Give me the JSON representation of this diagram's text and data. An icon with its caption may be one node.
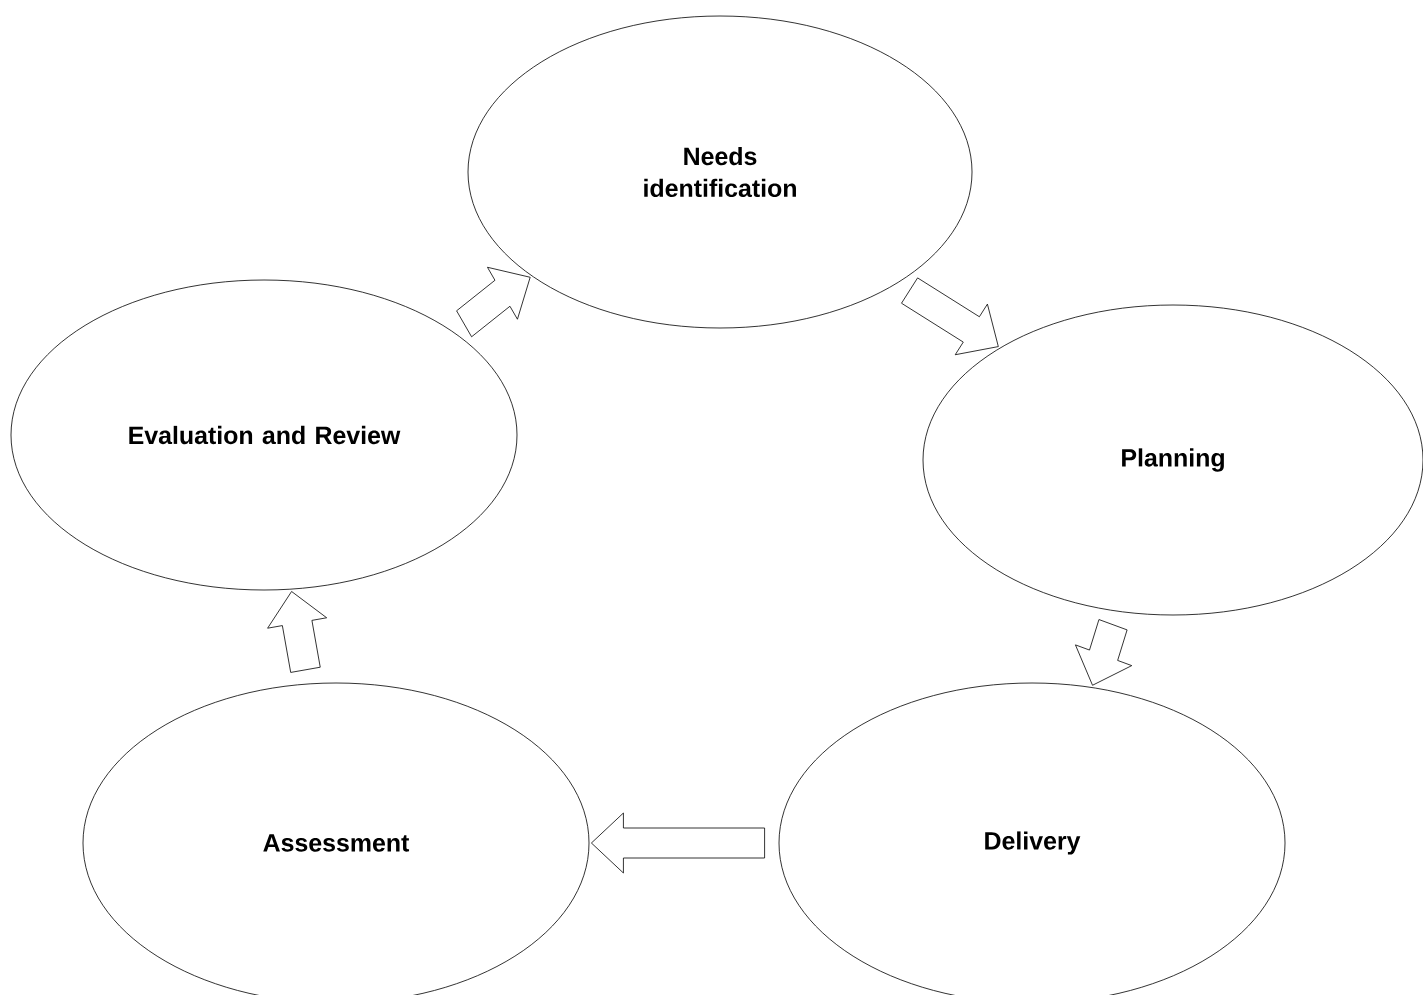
{
  "diagram": {
    "nodes": [
      {
        "text": [
          "Needs identification"
        ]
      },
      {
        "text": [
          "Planning"
        ]
      },
      {
        "text": [
          "Delivery"
        ]
      },
      {
        "text": [
          "Assessment"
        ]
      },
      {
        "text": [
          "Evaluation and Review"
        ]
      }
    ],
    "edges": [
      {
        "from": 0,
        "to": 1,
        "arrow": "to"
      },
      {
        "from": 1,
        "to": 2,
        "arrow": "to"
      },
      {
        "from": 2,
        "to": 3,
        "arrow": "to"
      },
      {
        "from": 3,
        "to": 4,
        "arrow": "to"
      },
      {
        "from": 4,
        "to": 0,
        "arrow": "to"
      }
    ]
  }
}
